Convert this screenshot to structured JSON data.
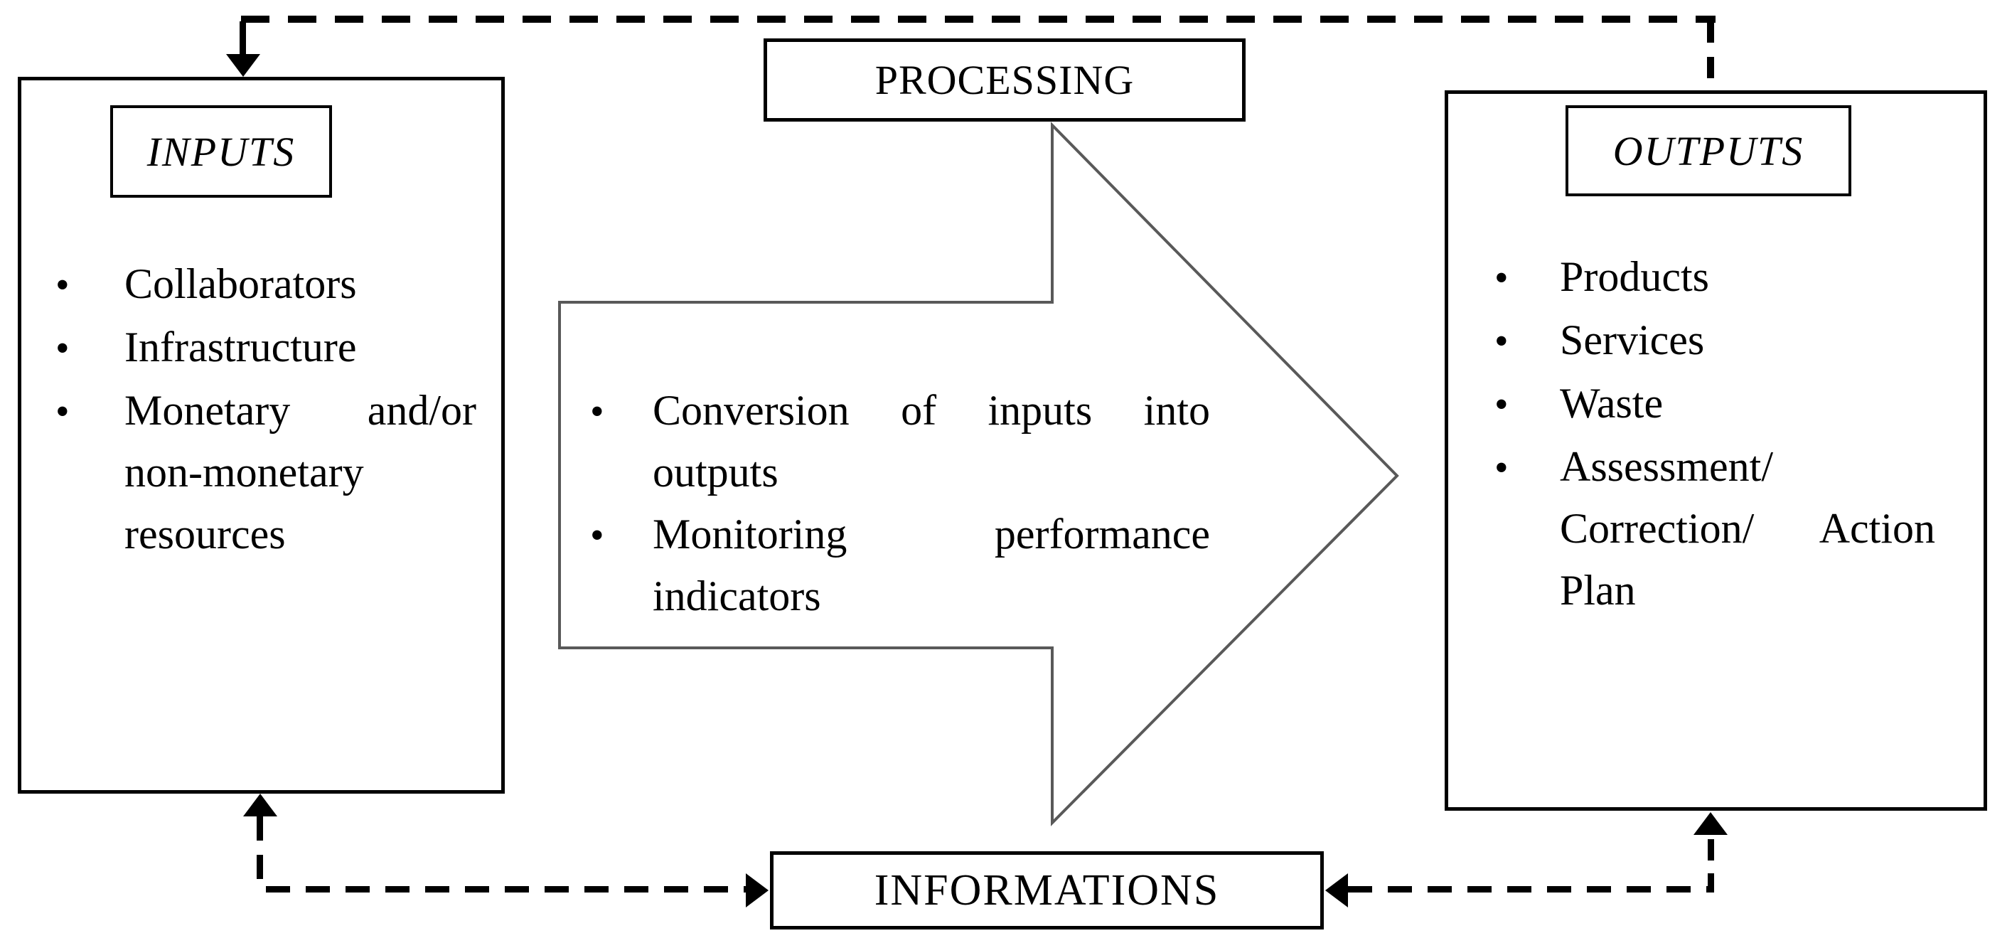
{
  "colors": {
    "box_border": "#000000",
    "dashed_line": "#000000",
    "process_arrow_outline": "#595959",
    "text": "#000000",
    "background": "#ffffff"
  },
  "inputs": {
    "title": "INPUTS",
    "items": [
      "Collaborators",
      "Infrastructure",
      "Monetary and/or non-monetary resources"
    ]
  },
  "processing": {
    "title": "PROCESSING",
    "items": [
      "Conversion of inputs into outputs",
      "Monitoring performance indicators"
    ]
  },
  "outputs": {
    "title": "OUTPUTS",
    "items": [
      "Products",
      "Services",
      "Waste",
      "Assessment/ Correction/ Action Plan"
    ]
  },
  "informations": {
    "title": "INFORMATIONS"
  }
}
